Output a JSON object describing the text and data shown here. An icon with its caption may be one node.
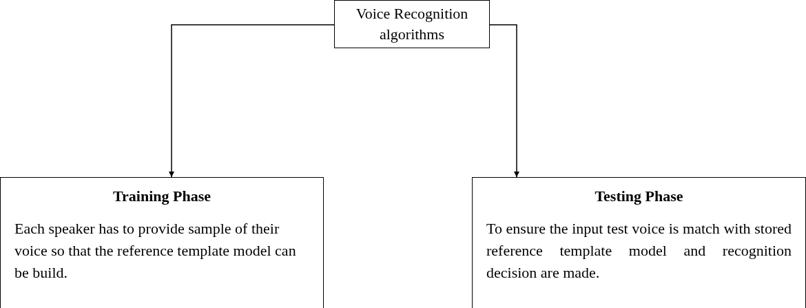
{
  "diagram": {
    "nodes": [
      {
        "text": [
          "Voice Recognition algorithms"
        ]
      },
      {
        "text": [
          "Training Phase",
          "Each speaker has to provide sample of their voice so that the reference template model can be build."
        ]
      },
      {
        "text": [
          "Testing Phase",
          "To ensure the input test voice is match with stored reference template model and recognition decision are made."
        ]
      }
    ],
    "edges": [
      {
        "from": 0,
        "to": 1,
        "arrow": "to"
      },
      {
        "from": 0,
        "to": 2,
        "arrow": "to"
      }
    ]
  }
}
